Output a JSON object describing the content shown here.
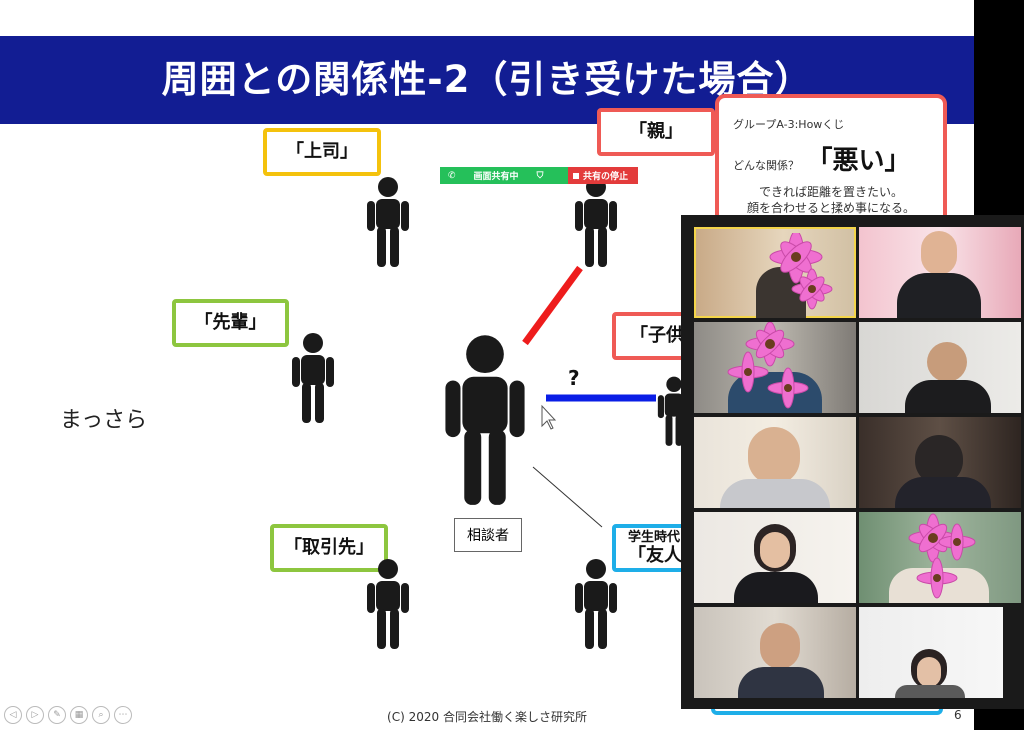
{
  "slide": {
    "title": "周囲との関係性-2（引き受けた場合）",
    "labels": {
      "boss": "「上司」",
      "parent": "「親」",
      "senior": "「先輩」",
      "child": "「子供」",
      "client": "「取引先」",
      "friend_top": "学生時代",
      "friend": "「友人」"
    },
    "left_text": "まっさら",
    "center_label": "相談者",
    "question_mark": "?",
    "footer": "(C) 2020 合同会社働く楽しさ研究所",
    "page_number": "6",
    "callout": {
      "group": "グループA-3:Howくじ",
      "relation_label": "どんな関係？",
      "relation_value": "「悪い」",
      "note_line1": "できれば距離を置きたい。",
      "note_line2": "顔を合わせると揉め事になる。"
    }
  },
  "share_toolbar": {
    "sharing_label": "画面共有中",
    "stop_label": "共有の停止"
  },
  "colors": {
    "title_bg": "#121d93",
    "yellow": "#f4c20d",
    "green": "#8dc63f",
    "red": "#ef5a55",
    "cyan": "#1eaee8",
    "line_red": "#ee1c1c",
    "line_blue": "#0a1ee6"
  },
  "icons": [
    "phone-icon",
    "shield-icon",
    "stop-icon",
    "flower-icon",
    "cursor-icon"
  ]
}
